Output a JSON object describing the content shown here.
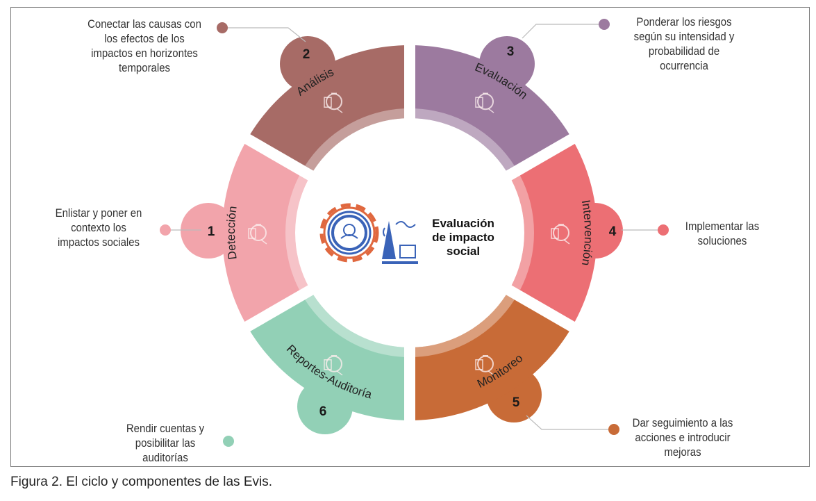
{
  "title": "Evaluación de impacto social",
  "caption": "Figura 2. El ciclo y componentes de las Evis.",
  "segments": [
    {
      "number": "1",
      "label": "Detección",
      "description": "Enlistar y poner en contexto los impactos sociales",
      "color": "#f2a4ab",
      "icon": "lightbulb-icon"
    },
    {
      "number": "2",
      "label": "Análisis",
      "description": "Conectar las causas con los efectos de los impactos en horizontes temporales",
      "color": "#a76b66",
      "icon": "person-desk-icon"
    },
    {
      "number": "3",
      "label": "Evaluación",
      "description": "Ponderar los riesgos según su intensidad y probabilidad de ocurrencia",
      "color": "#9c7a9f",
      "icon": "documents-check-icon"
    },
    {
      "number": "4",
      "label": "Intervención",
      "description": "Implementar las soluciones",
      "color": "#ec6f74",
      "icon": "hand-gear-icon"
    },
    {
      "number": "5",
      "label": "Monitoreo",
      "description": "Dar seguimiento a las acciones e introducir mejoras",
      "color": "#c86b37",
      "icon": "monitor-people-icon"
    },
    {
      "number": "6",
      "label": "Reportes-Auditoría",
      "description": "Rendir cuentas y posibilitar las auditorías",
      "color": "#92d0b6",
      "icon": "chat-bubbles-icon"
    }
  ]
}
